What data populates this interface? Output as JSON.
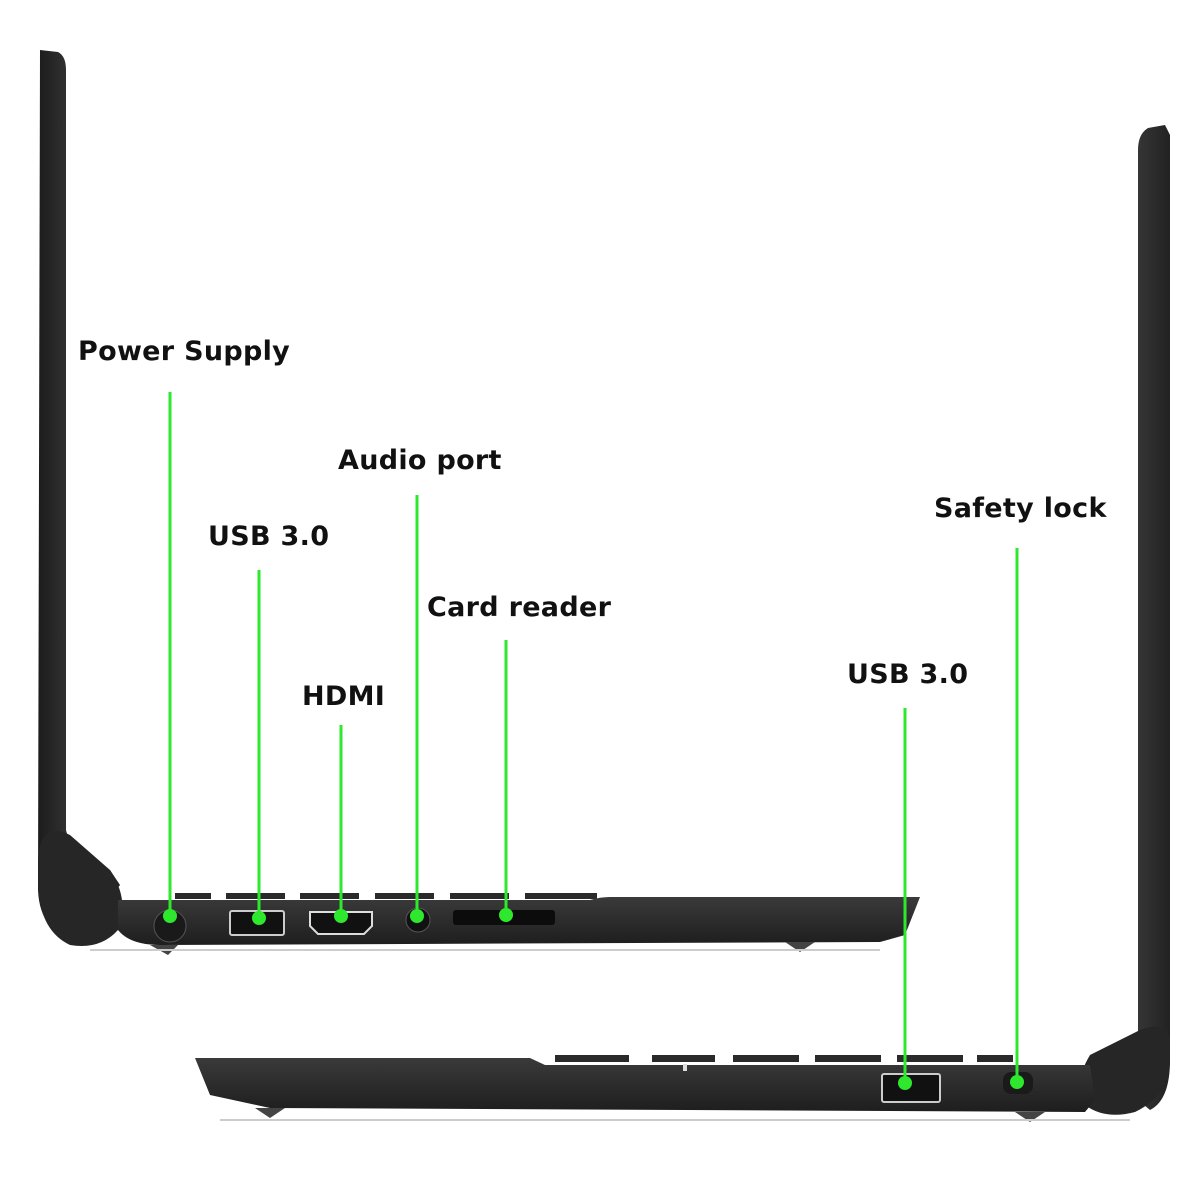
{
  "colors": {
    "callout": "#2ee82e",
    "laptop_body": "#2b2b2b",
    "background": "#ffffff"
  },
  "left_side": {
    "callouts": [
      {
        "id": "power",
        "label": "Power Supply"
      },
      {
        "id": "usb",
        "label": "USB 3.0"
      },
      {
        "id": "hdmi",
        "label": "HDMI"
      },
      {
        "id": "audio",
        "label": "Audio port"
      },
      {
        "id": "card",
        "label": "Card reader"
      }
    ]
  },
  "right_side": {
    "callouts": [
      {
        "id": "usb",
        "label": "USB 3.0"
      },
      {
        "id": "lock",
        "label": "Safety lock"
      }
    ]
  }
}
